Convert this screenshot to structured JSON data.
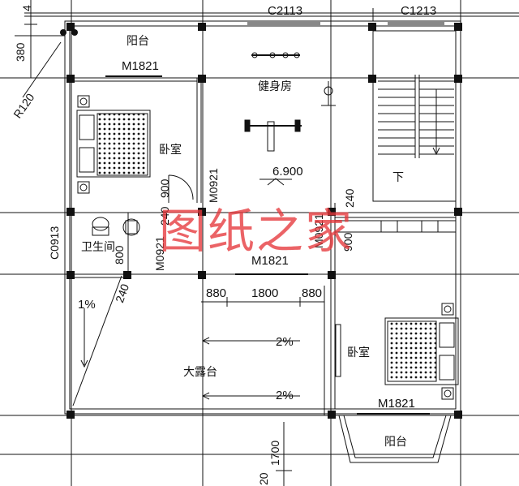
{
  "rooms": {
    "balcony_top": "阳台",
    "gym": "健身房",
    "bedroom_left": "卧室",
    "bathroom": "卫生间",
    "big_terrace": "大露台",
    "bedroom_right": "卧室",
    "balcony_bottom": "阳台"
  },
  "labels": {
    "window_c2113": "C2113",
    "window_c1213": "C1213",
    "door_m1821_top": "M1821",
    "door_m1821_mid": "M1821",
    "door_m1821_bottom": "M1821",
    "door_m0921_a": "M0921",
    "door_m0921_b": "M0921",
    "door_m0921_c": "M0921",
    "window_c0913": "C0913",
    "dim_380": "380",
    "dim_r120": "R120",
    "dim_4": "4",
    "dim_900_a": "900",
    "dim_240_a": "240",
    "dim_240_b": "240",
    "dim_900_b": "900",
    "dim_800": "800",
    "dim_240_c": "240",
    "dim_880_left": "880",
    "dim_1800": "1800",
    "dim_880_right": "880",
    "slope_1": "2%",
    "slope_2": "2%",
    "slope_left": "1%",
    "level": "6.900",
    "stair_down": "下",
    "dim_1700": "1700",
    "dim_20": "20"
  },
  "watermark": "图纸之家"
}
